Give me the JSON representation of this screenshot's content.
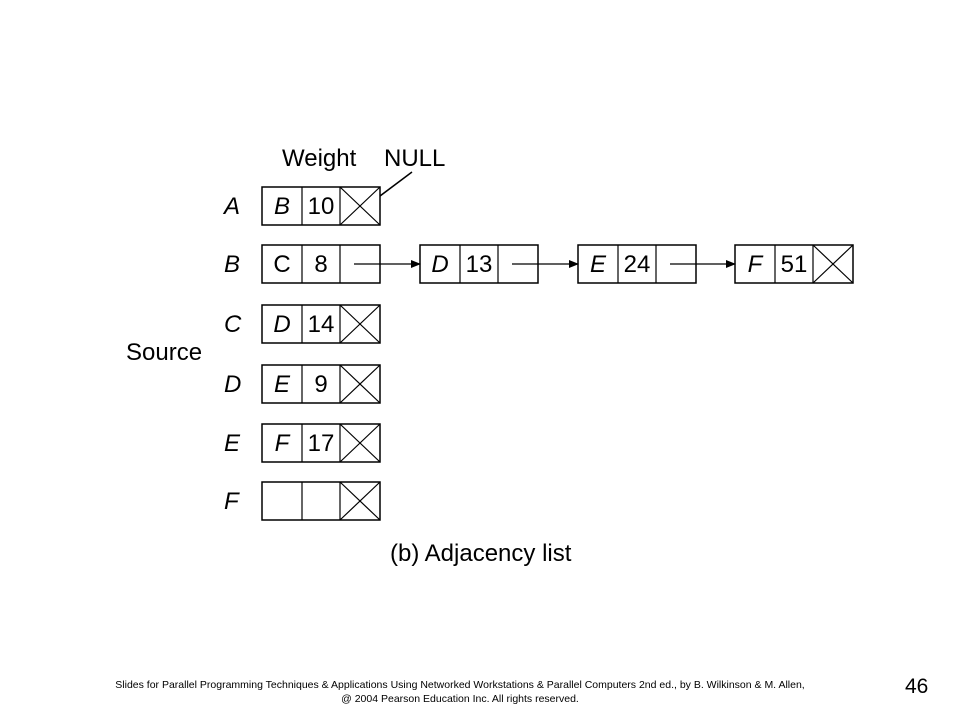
{
  "diagram": {
    "header_weight": "Weight",
    "header_null": "NULL",
    "source_label": "Source",
    "caption": "(b) Adjacency list",
    "rows": [
      {
        "vertex": "A",
        "nodes": [
          {
            "dest": "B",
            "weight": "10"
          }
        ]
      },
      {
        "vertex": "B",
        "nodes": [
          {
            "dest": "C",
            "weight": "8"
          },
          {
            "dest": "D",
            "weight": "13"
          },
          {
            "dest": "E",
            "weight": "24"
          },
          {
            "dest": "F",
            "weight": "51"
          }
        ]
      },
      {
        "vertex": "C",
        "nodes": [
          {
            "dest": "D",
            "weight": "14"
          }
        ]
      },
      {
        "vertex": "D",
        "nodes": [
          {
            "dest": "E",
            "weight": "9"
          }
        ]
      },
      {
        "vertex": "E",
        "nodes": [
          {
            "dest": "F",
            "weight": "17"
          }
        ]
      },
      {
        "vertex": "F",
        "nodes": [
          {
            "dest": "",
            "weight": ""
          }
        ]
      }
    ]
  },
  "footer": {
    "line1": "Slides for Parallel Programming Techniques & Applications Using Networked Workstations & Parallel Computers 2nd ed., by B. Wilkinson & M. Allen,",
    "line2": "@ 2004 Pearson Education Inc. All rights reserved.",
    "page_number": "46"
  }
}
